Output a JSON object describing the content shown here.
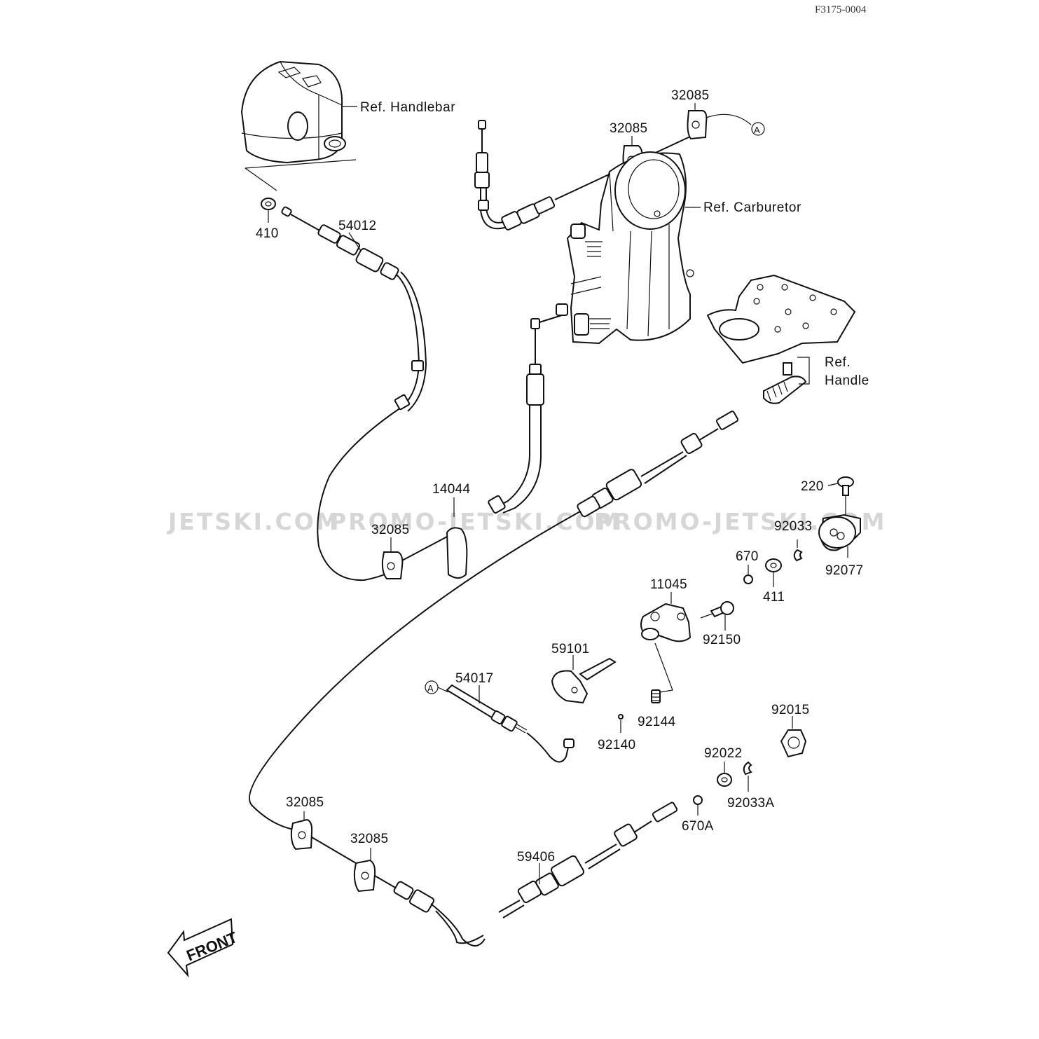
{
  "figure_code": "F3175-0004",
  "watermark": [
    "JETSKI.COM",
    "PROMO-JETSKI.COM",
    "PROMO-JETSKI.COM"
  ],
  "refs": {
    "handlebar": "Ref. Handlebar",
    "carburetor": "Ref. Carburetor",
    "handle_line1": "Ref.",
    "handle_line2": "Handle"
  },
  "connector_marker": "A",
  "front_arrow": "FRONT",
  "parts": {
    "p410": "410",
    "p54012": "54012",
    "p32085_top_right": "32085",
    "p32085_top_mid": "32085",
    "p14044": "14044",
    "p32085_mid": "32085",
    "p220": "220",
    "p92033": "92033",
    "p92077": "92077",
    "p670": "670",
    "p411": "411",
    "p11045": "11045",
    "p92150": "92150",
    "p59101": "59101",
    "p54017": "54017",
    "p92144": "92144",
    "p92140": "92140",
    "p92015": "92015",
    "p92022": "92022",
    "p92033A": "92033A",
    "p670A": "670A",
    "p32085_low_left": "32085",
    "p32085_low_mid": "32085",
    "p59406": "59406"
  }
}
